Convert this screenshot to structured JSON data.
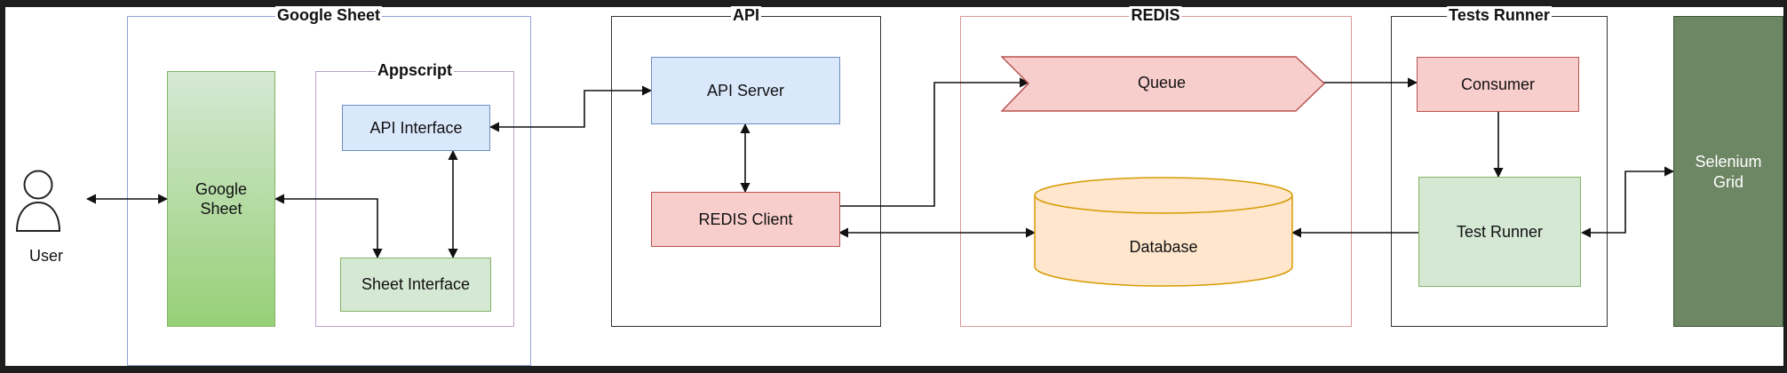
{
  "groups": {
    "google_sheet": "Google Sheet",
    "appscript": "Appscript",
    "api": "API",
    "redis": "REDIS",
    "tests_runner": "Tests Runner"
  },
  "nodes": {
    "user": "User",
    "google_sheet": "Google\nSheet",
    "api_interface": "API Interface",
    "sheet_interface": "Sheet Interface",
    "api_server": "API Server",
    "redis_client": "REDIS Client",
    "queue": "Queue",
    "database": "Database",
    "consumer": "Consumer",
    "test_runner": "Test Runner",
    "selenium_grid": "Selenium\nGrid"
  },
  "colors": {
    "blue_fill": "#dae8fc",
    "blue_stroke": "#6c8ebf",
    "red_fill": "#f8cecc",
    "red_stroke": "#b85450",
    "green_fill": "#d5e8d4",
    "green_stroke": "#82b366",
    "yellow_fill": "#ffe6cc",
    "yellow_stroke": "#d79b00",
    "dark_green": "#6d8764",
    "google_green_top": "#d5e8d4",
    "google_green_bottom": "#97d077",
    "purple_stroke": "#9673a6"
  }
}
